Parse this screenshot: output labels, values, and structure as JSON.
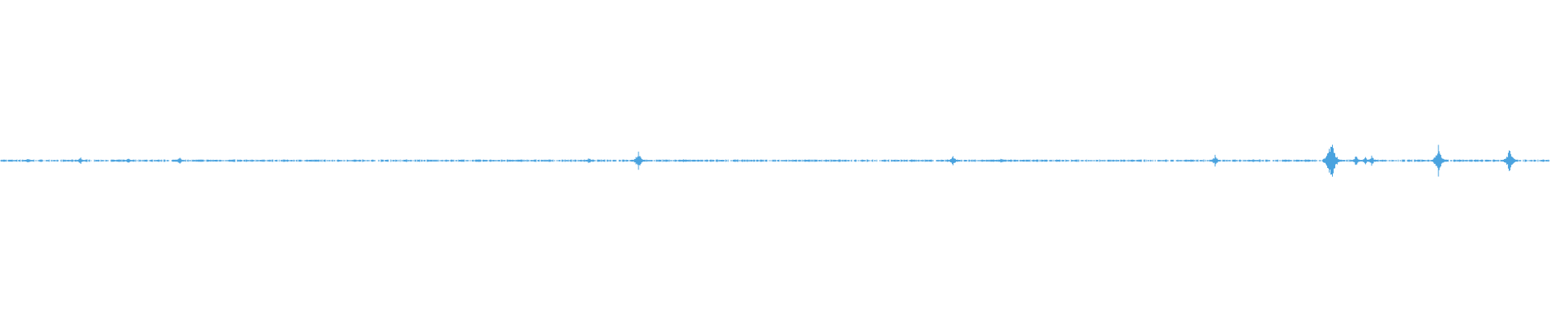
{
  "waveform": {
    "color": "#4aa3df",
    "background": "#ffffff",
    "peaks": [
      {
        "at": 0.018,
        "amp": 0.01
      },
      {
        "at": 0.052,
        "amp": 0.012
      },
      {
        "at": 0.083,
        "amp": 0.01
      },
      {
        "at": 0.116,
        "amp": 0.012
      },
      {
        "at": 0.38,
        "amp": 0.01
      },
      {
        "at": 0.412,
        "amp": 0.035
      },
      {
        "at": 0.441,
        "amp": 0.006
      },
      {
        "at": 0.615,
        "amp": 0.02
      },
      {
        "at": 0.646,
        "amp": 0.008
      },
      {
        "at": 0.784,
        "amp": 0.02
      },
      {
        "at": 0.808,
        "amp": 0.005
      },
      {
        "at": 0.859,
        "amp": 0.08
      },
      {
        "at": 0.875,
        "amp": 0.02
      },
      {
        "at": 0.881,
        "amp": 0.015
      },
      {
        "at": 0.885,
        "amp": 0.018
      },
      {
        "at": 0.928,
        "amp": 0.05
      },
      {
        "at": 0.974,
        "amp": 0.045
      }
    ]
  }
}
